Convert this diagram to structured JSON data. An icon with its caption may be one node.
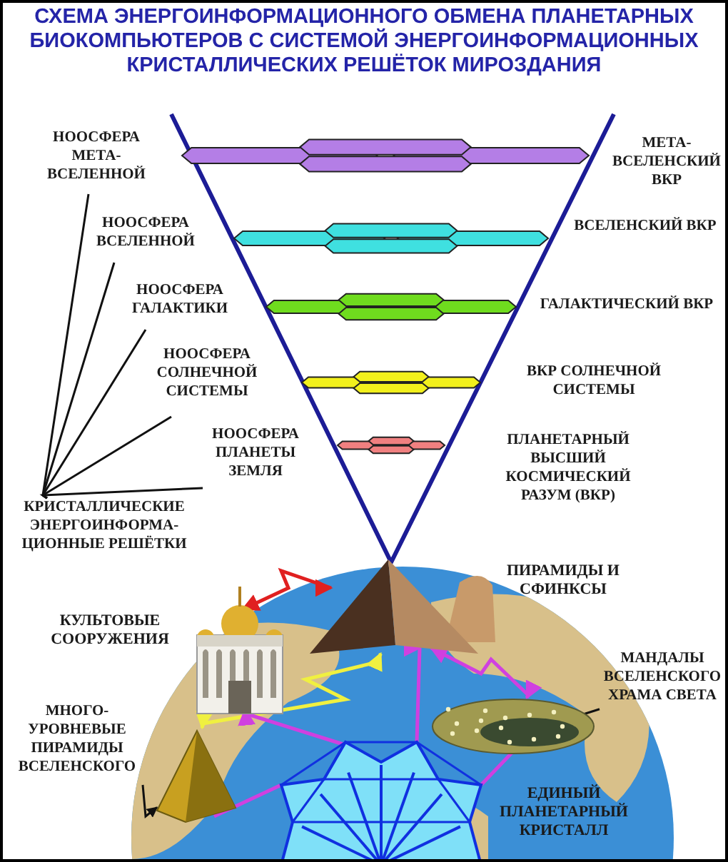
{
  "diagram": {
    "title": "СХЕМА ЭНЕРГОИНФОРМАЦИОННОГО ОБМЕНА ПЛАНЕТАРНЫХ БИОКОМПЬЮТЕРОВ С СИСТЕМОЙ ЭНЕРГОИНФОРМАЦИОННЫХ КРИСТАЛЛИЧЕСКИХ РЕШЁТОК МИРОЗДАНИЯ",
    "nodes": [
      {
        "text": [
          "НООСФЕРА МЕТА-ВСЕЛЕННОЙ"
        ]
      },
      {
        "text": [
          "МЕТА-ВСЕЛЕНСКИЙ ВКР"
        ]
      },
      {
        "text": [
          "НООСФЕРА ВСЕЛЕННОЙ"
        ]
      },
      {
        "text": [
          "ВСЕЛЕНСКИЙ ВКР"
        ]
      },
      {
        "text": [
          "НООСФЕРА ГАЛАКТИКИ"
        ]
      },
      {
        "text": [
          "ГАЛАКТИЧЕСКИЙ ВКР"
        ]
      },
      {
        "text": [
          "НООСФЕРА СОЛНЕЧНОЙ СИСТЕМЫ"
        ]
      },
      {
        "text": [
          "ВКР СОЛНЕЧНОЙ СИСТЕМЫ"
        ]
      },
      {
        "text": [
          "НООСФЕРА ПЛАНЕТЫ ЗЕМЛЯ"
        ]
      },
      {
        "text": [
          "ПЛАНЕТАРНЫЙ ВЫСШИЙ КОСМИЧЕСКИЙ РАЗУМ (ВКР)"
        ]
      },
      {
        "text": [
          "КРИСТАЛЛИЧЕСКИЕ ЭНЕРГОИНФОРМА-ЦИОННЫЕ РЕШЁТКИ"
        ]
      },
      {
        "text": [],
        "shape": "picture",
        "beside": [
          "ПИРАМИДЫ И СФИНКСЫ"
        ]
      },
      {
        "text": [],
        "shape": "picture",
        "beside": [
          "КУЛЬТОВЫЕ СООРУЖЕНИЯ"
        ]
      },
      {
        "text": [
          "МАНДАЛЫ ВСЕЛЕНСКОГО ХРАМА СВЕТА"
        ]
      },
      {
        "text": [],
        "shape": "picture"
      },
      {
        "text": [
          "МНОГО-УРОВНЕВЫЕ ПИРАМИДЫ ВСЕЛЕНСКОГО"
        ]
      },
      {
        "text": [],
        "shape": "picture"
      },
      {
        "text": [],
        "shape": "picture",
        "beside": [
          "ЕДИНЫЙ ПЛАНЕТАРНЫЙ КРИСТАЛЛ"
        ]
      }
    ],
    "edges": [
      {
        "from": 10,
        "to": 0,
        "arrow": "none"
      },
      {
        "from": 10,
        "to": 2,
        "arrow": "none"
      },
      {
        "from": 10,
        "to": 4,
        "arrow": "none"
      },
      {
        "from": 10,
        "to": 6,
        "arrow": "none"
      },
      {
        "from": 10,
        "to": 8,
        "arrow": "none"
      },
      {
        "from": 12,
        "to": 11,
        "arrow": "both",
        "color": "#e02020"
      },
      {
        "from": 16,
        "to": 11,
        "arrow": "both",
        "color": "#f0f040"
      },
      {
        "from": 11,
        "to": 14,
        "arrow": "both",
        "color": "#d040e0"
      },
      {
        "from": 17,
        "to": 12,
        "arrow": "to",
        "color": "#d040e0"
      },
      {
        "from": 17,
        "to": 11,
        "arrow": "to",
        "color": "#d040e0"
      },
      {
        "from": 17,
        "to": 14,
        "arrow": "none",
        "color": "#d040e0"
      },
      {
        "from": 17,
        "to": 16,
        "arrow": "none",
        "color": "#d040e0"
      },
      {
        "from": 13,
        "to": 14,
        "arrow": "none"
      },
      {
        "from": 15,
        "to": 16,
        "arrow": "to"
      }
    ]
  }
}
